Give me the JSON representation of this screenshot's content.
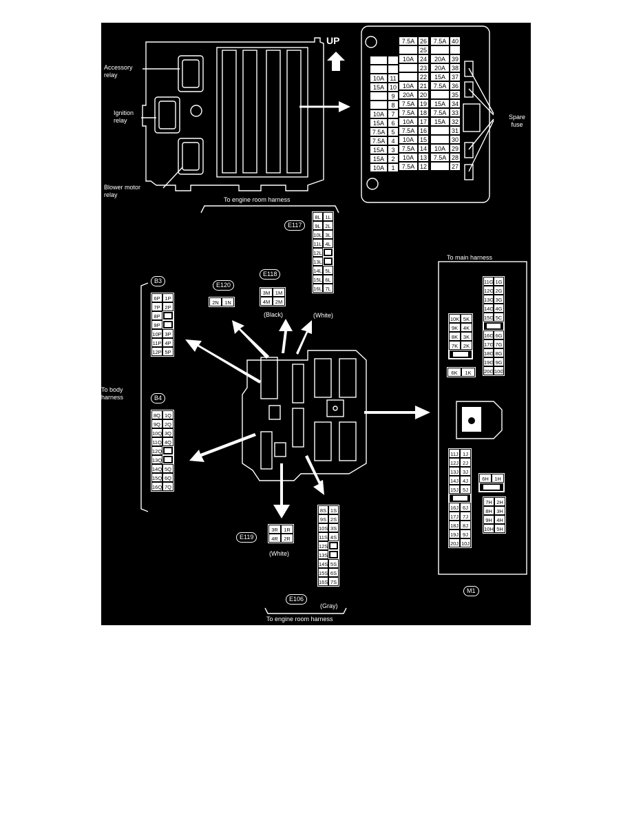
{
  "diagram": {
    "up_label": "UP",
    "callouts": {
      "accessory_relay": "Accessory\nrelay",
      "ignition_relay": "Ignition\nrelay",
      "blower_motor_relay": "Blower motor\nrelay",
      "spare_fuse": "Spare\nfuse"
    },
    "harness_labels": {
      "engine_room_top": "To engine room harness",
      "engine_room_bottom": "To engine room harness",
      "main": "To main harness",
      "body": "To body\nharness"
    },
    "connector_ids": {
      "e117": "E117",
      "e118": "E118",
      "e120": "E120",
      "b3": "B3",
      "b4": "B4",
      "e119": "E119",
      "e106": "E106",
      "m1": "M1"
    },
    "connector_colors": {
      "e118": "(Black)",
      "e117": "(White)",
      "e119": "(White)",
      "e106": "(Gray)"
    },
    "fuse_panel": {
      "left_column": [
        [
          "",
          ""
        ],
        [
          "",
          ""
        ],
        [
          "10A",
          "11"
        ],
        [
          "15A",
          "10"
        ],
        [
          "",
          "9"
        ],
        [
          "",
          "8"
        ],
        [
          "10A",
          "7"
        ],
        [
          "15A",
          "6"
        ],
        [
          "7.5A",
          "5"
        ],
        [
          "7.5A",
          "4"
        ],
        [
          "15A",
          "3"
        ],
        [
          "15A",
          "2"
        ],
        [
          "10A",
          "1"
        ]
      ],
      "mid_column": [
        [
          "7.5A",
          "26"
        ],
        [
          "",
          "25"
        ],
        [
          "10A",
          "24"
        ],
        [
          "",
          "23"
        ],
        [
          "",
          "22"
        ],
        [
          "10A",
          "21"
        ],
        [
          "20A",
          "20"
        ],
        [
          "7.5A",
          "19"
        ],
        [
          "7.5A",
          "18"
        ],
        [
          "10A",
          "17"
        ],
        [
          "7.5A",
          "16"
        ],
        [
          "10A",
          "15"
        ],
        [
          "7.5A",
          "14"
        ],
        [
          "10A",
          "13"
        ],
        [
          "7.5A",
          "12"
        ]
      ],
      "right_column": [
        [
          "7.5A",
          "40"
        ],
        [
          "",
          ""
        ],
        [
          "20A",
          "39"
        ],
        [
          "20A",
          "38"
        ],
        [
          "15A",
          "37"
        ],
        [
          "7.5A",
          "36"
        ],
        [
          "",
          "35"
        ],
        [
          "15A",
          "34"
        ],
        [
          "7.5A",
          "33"
        ],
        [
          "15A",
          "32"
        ],
        [
          "",
          "31"
        ],
        [
          "",
          "30"
        ],
        [
          "10A",
          "29"
        ],
        [
          "7.5A",
          "28"
        ],
        [
          "",
          "27"
        ]
      ]
    },
    "connectors": {
      "e117": [
        [
          "8L",
          "1L"
        ],
        [
          "9L",
          "2L"
        ],
        [
          "10L",
          "3L"
        ],
        [
          "11L",
          "4L"
        ],
        [
          "12L",
          ""
        ],
        [
          "13L",
          ""
        ],
        [
          "14L",
          "5L"
        ],
        [
          "15L",
          "6L"
        ],
        [
          "16L",
          "7L"
        ]
      ],
      "e118": [
        [
          "3M",
          "1M"
        ],
        [
          "4M",
          "2M"
        ]
      ],
      "e120": [
        [
          "2N",
          "1N"
        ]
      ],
      "b3": [
        [
          "6P",
          "1P"
        ],
        [
          "7P",
          "2P"
        ],
        [
          "8P",
          ""
        ],
        [
          "9P",
          ""
        ],
        [
          "10P",
          "3P"
        ],
        [
          "11P",
          "4P"
        ],
        [
          "12P",
          "5P"
        ]
      ],
      "b4": [
        [
          "8Q",
          "1Q"
        ],
        [
          "9Q",
          "2Q"
        ],
        [
          "10Q",
          "3Q"
        ],
        [
          "11Q",
          "4Q"
        ],
        [
          "12Q",
          ""
        ],
        [
          "13Q",
          ""
        ],
        [
          "14Q",
          "5Q"
        ],
        [
          "15Q",
          "6Q"
        ],
        [
          "16Q",
          "7Q"
        ]
      ],
      "e119": [
        [
          "3R",
          "1R"
        ],
        [
          "4R",
          "2R"
        ]
      ],
      "e106": [
        [
          "8S",
          "1S"
        ],
        [
          "9S",
          "2S"
        ],
        [
          "10S",
          "3S"
        ],
        [
          "11S",
          "4S"
        ],
        [
          "12S",
          ""
        ],
        [
          "13S",
          ""
        ],
        [
          "14S",
          "5S"
        ],
        [
          "15S",
          "6S"
        ],
        [
          "16S",
          "7S"
        ]
      ],
      "m1_g": [
        [
          "11G",
          "1G"
        ],
        [
          "12G",
          "2G"
        ],
        [
          "13G",
          "3G"
        ],
        [
          "14G",
          "4G"
        ],
        [
          "15G",
          "5C"
        ],
        [
          "",
          ""
        ],
        [
          "16G",
          "6G"
        ],
        [
          "17G",
          "7G"
        ],
        [
          "18G",
          "8G"
        ],
        [
          "19G",
          "9G"
        ],
        [
          "20G",
          "10G"
        ]
      ],
      "m1_k": [
        [
          "10K",
          "5K"
        ],
        [
          "9K",
          "4K"
        ],
        [
          "8K",
          "3K"
        ],
        [
          "7K",
          "2K"
        ],
        [
          "",
          ""
        ]
      ],
      "m1_k2": [
        [
          "6K",
          "1K"
        ]
      ],
      "m1_j": [
        [
          "11J",
          "1J"
        ],
        [
          "12J",
          "2J"
        ],
        [
          "13J",
          "3J"
        ],
        [
          "14J",
          "4J"
        ],
        [
          "15J",
          "5J"
        ],
        [
          "",
          ""
        ],
        [
          "16J",
          "6J"
        ],
        [
          "17J",
          "7J"
        ],
        [
          "18J",
          "8J"
        ],
        [
          "19J",
          "9J"
        ],
        [
          "20J",
          "10J"
        ]
      ],
      "m1_h1": [
        [
          "6H",
          "1H"
        ],
        [
          "",
          ""
        ]
      ],
      "m1_h2": [
        [
          "7H",
          "2H"
        ],
        [
          "8H",
          "3H"
        ],
        [
          "9H",
          "4H"
        ],
        [
          "10H",
          "5H"
        ]
      ]
    }
  }
}
